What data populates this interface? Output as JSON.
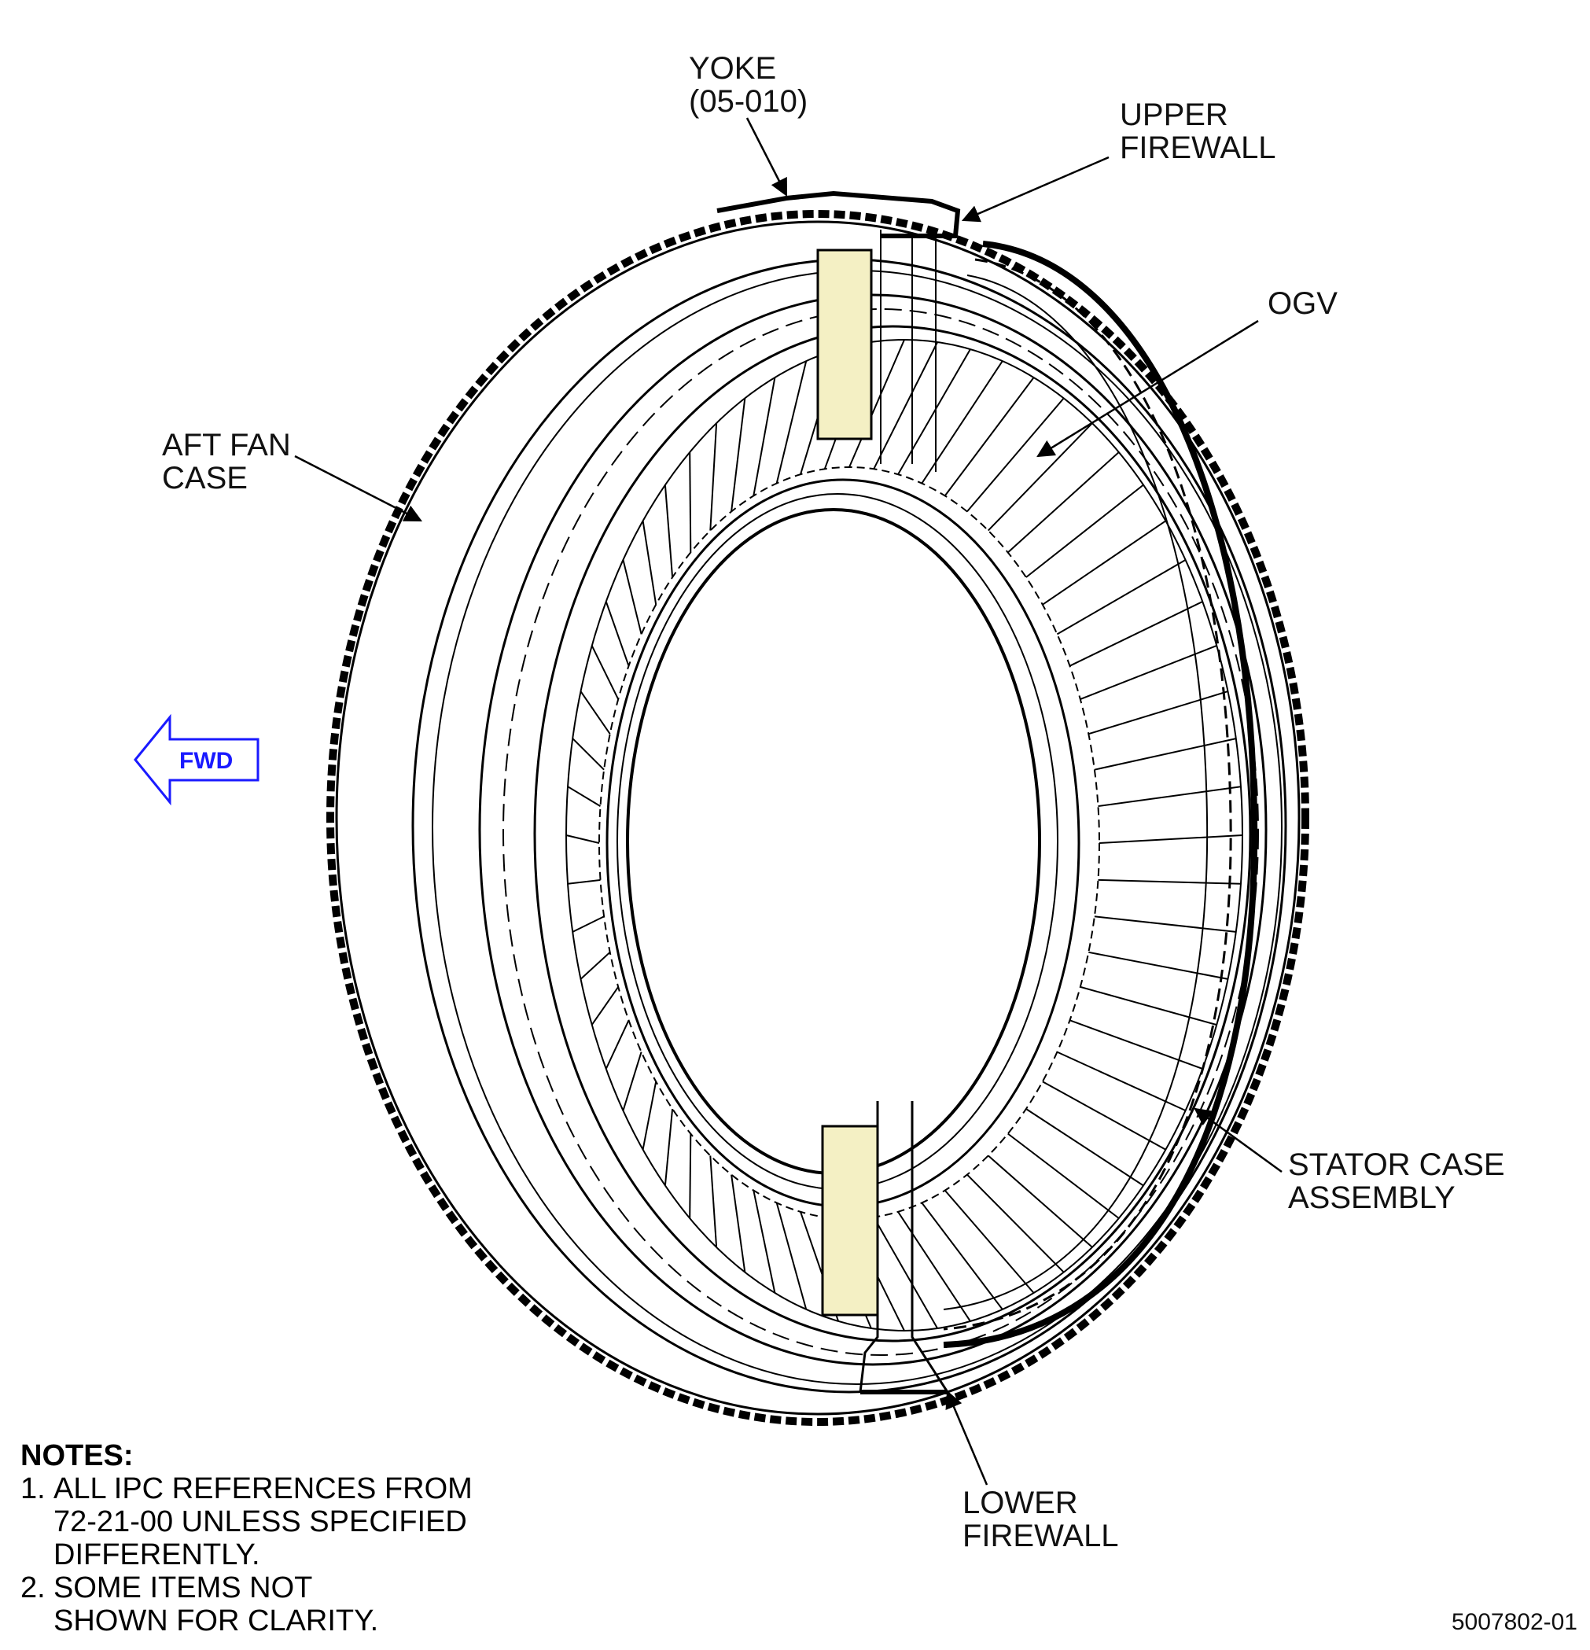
{
  "callouts": {
    "yoke": [
      "YOKE",
      "(05-010)"
    ],
    "upper_firewall": [
      "UPPER",
      "FIREWALL"
    ],
    "ogv": [
      "OGV"
    ],
    "aft_fan_case": [
      "AFT FAN",
      "CASE"
    ],
    "stator_case_assembly": [
      "STATOR CASE",
      "ASSEMBLY"
    ],
    "lower_firewall": [
      "LOWER",
      "FIREWALL"
    ]
  },
  "direction_arrow": {
    "label": "FWD",
    "color": "#1a1aff"
  },
  "notes": {
    "title": "NOTES:",
    "items": [
      {
        "num": "1.",
        "lines": [
          "ALL IPC REFERENCES FROM",
          "72-21-00 UNLESS SPECIFIED",
          "DIFFERENTLY."
        ]
      },
      {
        "num": "2.",
        "lines": [
          "SOME ITEMS NOT",
          "SHOWN FOR CLARITY."
        ]
      }
    ]
  },
  "figure_id": "5007802-01",
  "colors": {
    "line": "#000000",
    "highlight_panel": "#f4f0c4"
  }
}
